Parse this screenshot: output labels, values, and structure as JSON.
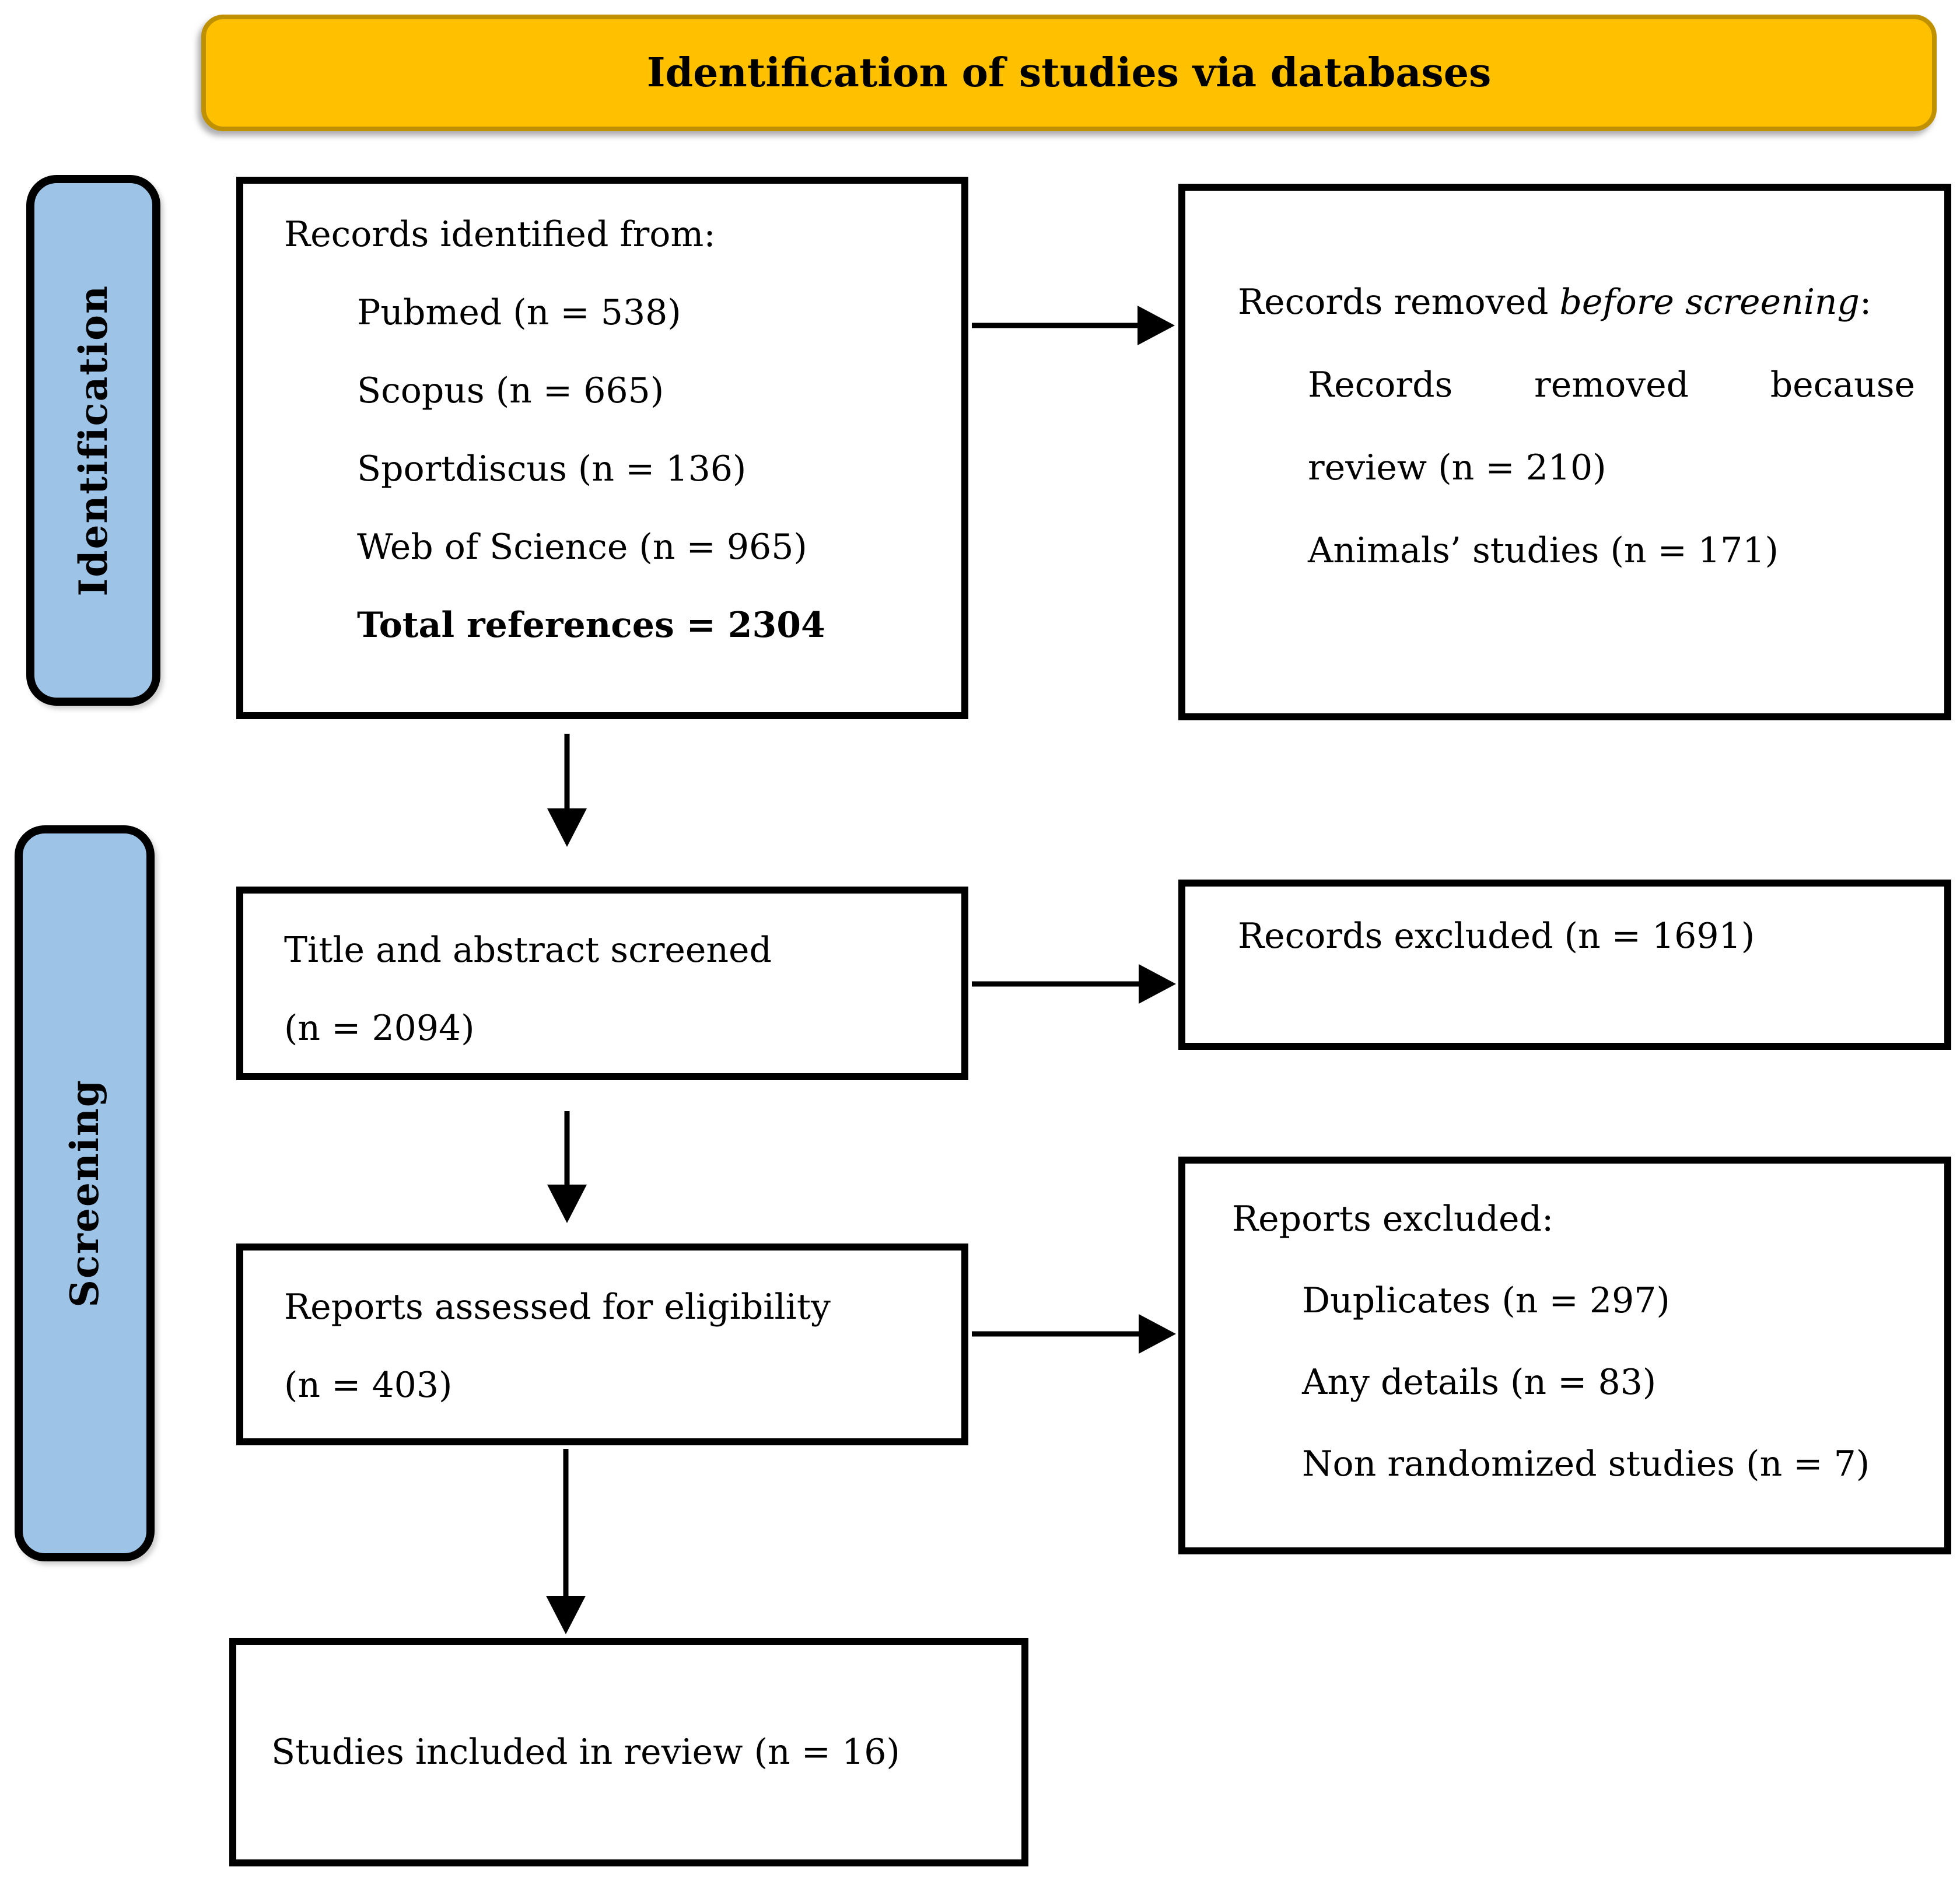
{
  "banner": {
    "title": "Identification of studies via databases"
  },
  "side_labels": [
    {
      "label": "Identification"
    },
    {
      "label": "Screening"
    }
  ],
  "boxes": {
    "records_identified": {
      "title": "Records identified from:",
      "items": [
        "Pubmed (n = 538)",
        "Scopus (n = 665)",
        "Sportdiscus (n = 136)",
        "Web of Science (n = 965)"
      ],
      "total": "Total references = 2304"
    },
    "records_removed": {
      "title_prefix": "Records removed ",
      "title_italic": "before screening",
      "title_suffix": ":",
      "justified_words": [
        "Records",
        "removed",
        "because"
      ],
      "line2": "review (n = 210)",
      "line3": "Animals’ studies (n = 171)"
    },
    "title_abstract_screened": {
      "line1": "Title and abstract screened",
      "line2": "(n = 2094)"
    },
    "records_excluded": {
      "text": "Records excluded (n = 1691)"
    },
    "reports_assessed": {
      "line1": "Reports assessed for eligibility",
      "line2": "(n = 403)"
    },
    "reports_excluded": {
      "title": "Reports excluded:",
      "items": [
        "Duplicates (n = 297)",
        "Any details (n = 83)",
        "Non randomized studies (n = 7)"
      ]
    },
    "studies_included": {
      "text": "Studies included in review (n = 16)"
    }
  },
  "colors": {
    "banner_fill": "#FFC000",
    "banner_border": "#BF9000",
    "label_fill": "#9DC3E6",
    "box_border": "#000000",
    "arrow": "#000000"
  }
}
